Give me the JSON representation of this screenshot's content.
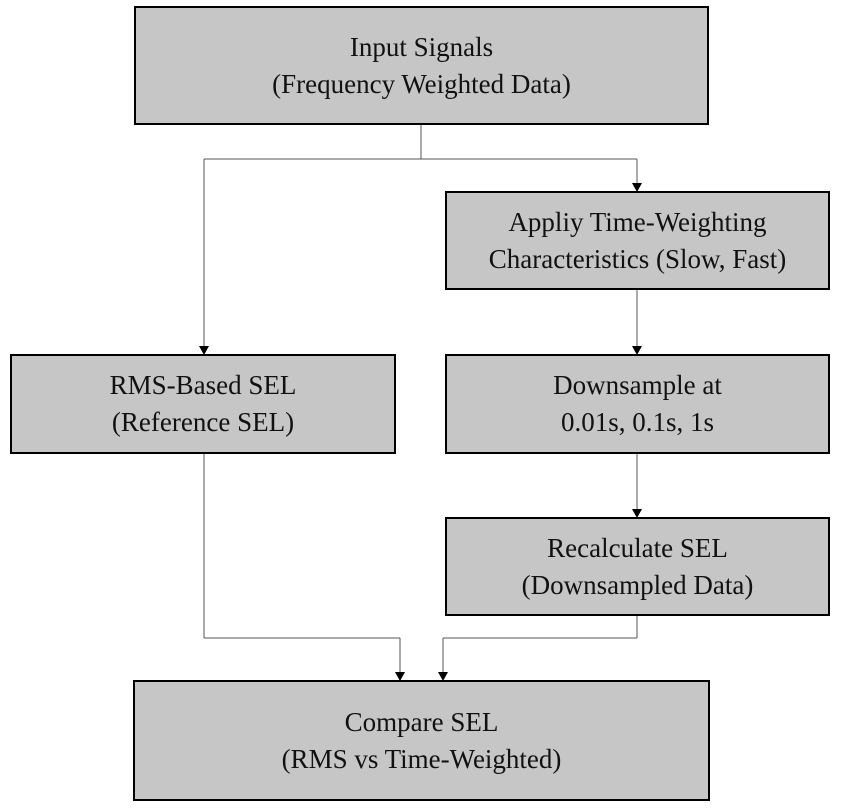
{
  "diagram": {
    "nodes": {
      "input": {
        "line1": "Input Signals",
        "line2": "(Frequency Weighted Data)"
      },
      "time_weighting": {
        "line1": "Appliy Time-Weighting",
        "line2": "Characteristics (Slow, Fast)"
      },
      "rms_sel": {
        "line1": "RMS-Based SEL",
        "line2": "(Reference SEL)"
      },
      "downsample": {
        "line1": "Downsample at",
        "line2": "0.01s, 0.1s, 1s"
      },
      "recalculate": {
        "line1": "Recalculate SEL",
        "line2": "(Downsampled Data)"
      },
      "compare": {
        "line1": "Compare SEL",
        "line2": "(RMS vs Time-Weighted)"
      }
    },
    "colors": {
      "box_fill": "#c6c6c6",
      "box_border": "#000000",
      "connector": "#555555",
      "arrowhead": "#000000"
    }
  }
}
